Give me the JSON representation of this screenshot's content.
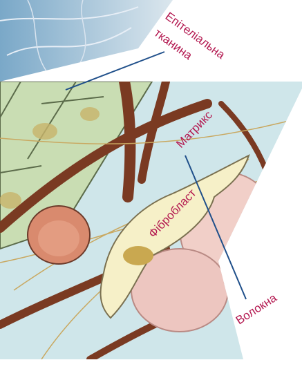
{
  "labels": {
    "epithelial_line1": "Епітеліальна",
    "epithelial_line2": "тканина",
    "matrix": "Матрикс",
    "fibroblast": "Фібробласт",
    "fibers": "Волокна"
  },
  "colors": {
    "label_text": "#b3174f",
    "leader_line": "#1f4f8a",
    "matrix_background": "#cfe6ea",
    "epithelium": "#c9ddb3",
    "collagen_fiber": "#7a3a22",
    "fibroblast": "#f6f0c8"
  }
}
